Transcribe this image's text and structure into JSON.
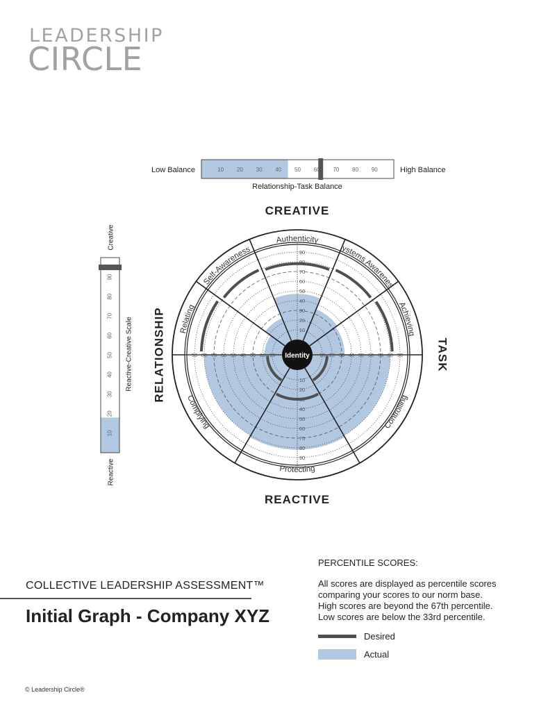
{
  "logo": {
    "line1": "LEADERSHIP",
    "line2": "CIRCLE"
  },
  "balance": {
    "low_label": "Low Balance",
    "high_label": "High Balance",
    "caption": "Relationship-Task Balance",
    "ticks": [
      "10",
      "20",
      "30",
      "40",
      "50",
      "60",
      "70",
      "80",
      "90"
    ],
    "actual": 45,
    "desired": 62
  },
  "reactive_creative_scale": {
    "top_label": "Creative",
    "bottom_label": "Reactive",
    "caption": "Reactive-Creative Scale",
    "ticks": [
      "10",
      "20",
      "30",
      "40",
      "50",
      "60",
      "70",
      "80",
      "90"
    ],
    "actual": 18,
    "desired": 95
  },
  "circle": {
    "center_label": "Identity",
    "quadrants": {
      "top": "CREATIVE",
      "bottom": "REACTIVE",
      "left": "RELATIONSHIP",
      "right": "TASK"
    },
    "ring_ticks": [
      "10",
      "20",
      "30",
      "40",
      "50",
      "60",
      "70",
      "80",
      "90"
    ],
    "sectors": [
      {
        "name": "Authenticity",
        "actual": 47,
        "desired": 78
      },
      {
        "name": "Systems Awareness",
        "actual": 35,
        "desired": 80
      },
      {
        "name": "Achieving",
        "actual": 33,
        "desired": 82
      },
      {
        "name": "Controlling",
        "actual": 80,
        "desired": 15
      },
      {
        "name": "Protecting",
        "actual": 82,
        "desired": 30
      },
      {
        "name": "Complying",
        "actual": 80,
        "desired": 15
      },
      {
        "name": "Relating",
        "actual": 18,
        "desired": 83
      },
      {
        "name": "Self-Awareness",
        "actual": 25,
        "desired": 80
      }
    ]
  },
  "legend": {
    "desired": "Desired",
    "actual": "Actual"
  },
  "colors": {
    "actual": "#b2c7e0",
    "desired": "#4f4f4f",
    "marker": "#555555"
  },
  "footer": {
    "subtitle": "COLLECTIVE LEADERSHIP ASSESSMENT™",
    "title": "Initial Graph - Company XYZ",
    "percentile_heading": "PERCENTILE SCORES:",
    "percentile_lines": [
      "All scores are displayed as percentile scores",
      "comparing your scores to our norm base.",
      "High scores are beyond the 67th percentile.",
      "Low scores are below the 33rd percentile."
    ],
    "copyright": "© Leadership Circle®"
  }
}
